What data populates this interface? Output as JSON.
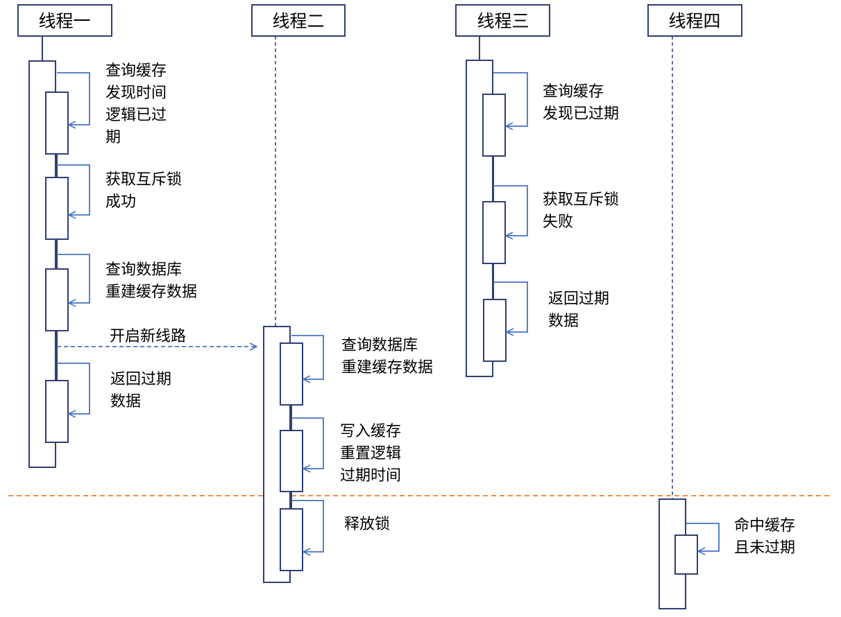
{
  "threads": [
    {
      "name": "线程一"
    },
    {
      "name": "线程二"
    },
    {
      "name": "线程三"
    },
    {
      "name": "线程四"
    }
  ],
  "steps": {
    "t1_check_cache": {
      "lines": [
        "查询缓存",
        "发现时间",
        "逻辑已过",
        "期"
      ]
    },
    "t1_get_lock": {
      "lines": [
        "获取互斥锁",
        "成功"
      ]
    },
    "t1_query_db": {
      "lines": [
        "查询数据库",
        "重建缓存数据"
      ]
    },
    "t1_return": {
      "lines": [
        "返回过期",
        "数据"
      ]
    },
    "t2_query_db": {
      "lines": [
        "查询数据库",
        "重建缓存数据"
      ]
    },
    "t2_write_cache": {
      "lines": [
        "写入缓存",
        "重置逻辑",
        "过期时间"
      ]
    },
    "t2_release_lock": {
      "lines": [
        "释放锁"
      ]
    },
    "t3_check_cache": {
      "lines": [
        "查询缓存",
        "发现已过期"
      ]
    },
    "t3_get_lock": {
      "lines": [
        "获取互斥锁",
        "失败"
      ]
    },
    "t3_return": {
      "lines": [
        "返回过期",
        "数据"
      ]
    },
    "t4_hit_cache": {
      "lines": [
        "命中缓存",
        "且未过期"
      ]
    }
  },
  "messages": {
    "start_new_thread": "开启新线路"
  },
  "colors": {
    "box_stroke": "#2f3e73",
    "arrow": "#4472c4",
    "separator": "#ed7d31"
  }
}
